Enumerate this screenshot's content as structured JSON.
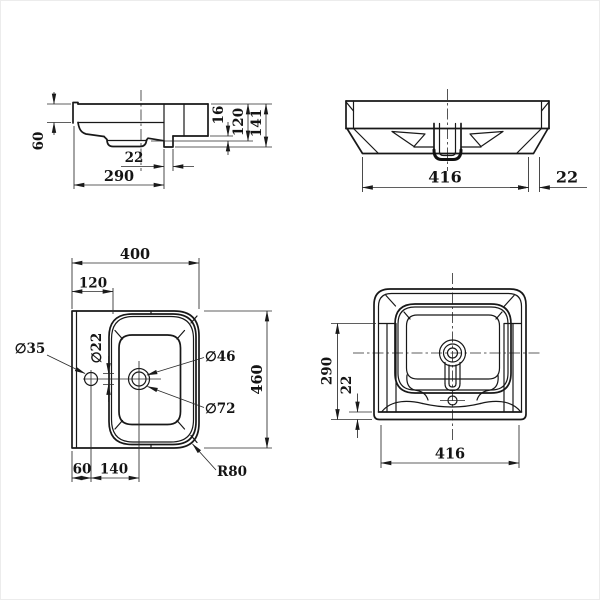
{
  "colors": {
    "line": "#1a1a1a",
    "background": "#ffffff"
  },
  "views": {
    "side_section": {
      "dims": {
        "rim_height": "60",
        "ledge_step": "16",
        "mount_height": "120",
        "total_height": "141",
        "tail_offset": "22",
        "depth": "290"
      }
    },
    "front": {
      "dims": {
        "body_width": "416",
        "edge_offset": "22"
      }
    },
    "top_plan": {
      "dims": {
        "overall_width": "400",
        "ledge_depth": "120",
        "tap_hole_dia": "∅35",
        "hole_dia": "∅22",
        "drain_inner_dia": "∅46",
        "drain_outer_dia": "∅72",
        "overall_depth": "460",
        "tap_offset": "60",
        "drain_offset": "140",
        "corner_radius": "R80"
      }
    },
    "bottom": {
      "dims": {
        "depth": "290",
        "rim_thickness": "22",
        "width": "416"
      }
    }
  }
}
